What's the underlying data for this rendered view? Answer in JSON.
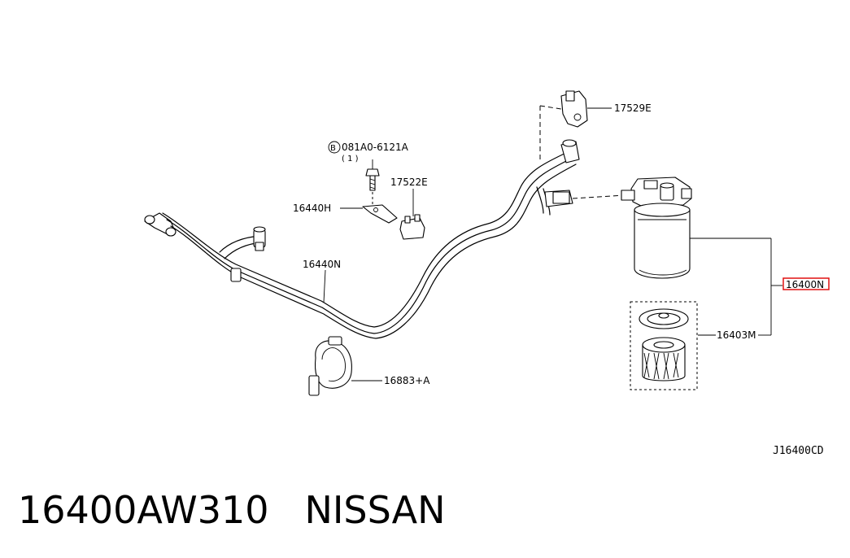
{
  "labels": {
    "bolt_circle": "B",
    "bolt_number": "081A0-6121A",
    "bolt_qty": "( 1 )",
    "clip_17529e": "17529E",
    "clip_17522e": "17522E",
    "bracket_16440h": "16440H",
    "tube_16440n": "16440N",
    "fuel_filter_16400n": "16400N",
    "element_16403m": "16403M",
    "clamp_16883a": "16883+A",
    "figure_code": "J16400CD"
  },
  "caption": {
    "part_number": "16400AW310",
    "brand": "NISSAN"
  },
  "highlight_color": "#e01010"
}
